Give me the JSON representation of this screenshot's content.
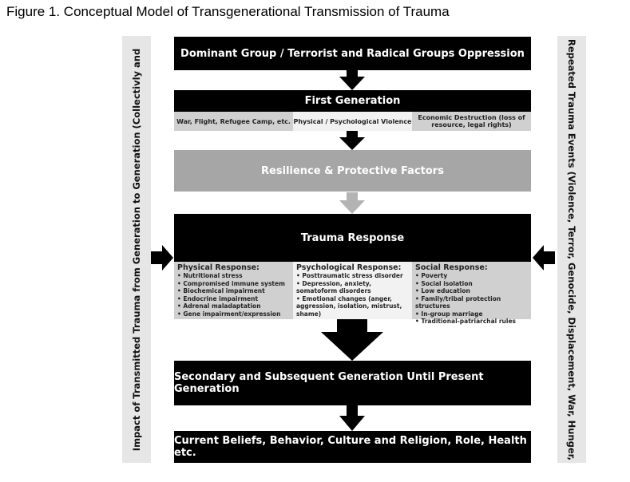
{
  "title": "Figure 1. Conceptual Model of Transgenerational Transmission of Trauma",
  "left_side": "Impact of Transmitted Trauma from Generation to Generation (Collectivly and",
  "right_side": "Repeated Trauma Events (Violence, Terror, Genocide, Displacement, War, Hunger,",
  "box1": "Dominant Group / Terrorist and Radical Groups Oppression",
  "first_gen": {
    "title": "First Generation",
    "cells": [
      "War, Flight, Refugee Camp, etc.",
      "Physical / Psychological Violence",
      "Economic Destruction (loss of resource, legal rights)"
    ]
  },
  "resilience": "Resilience & Protective Factors",
  "trauma": {
    "title": "Trauma Response",
    "columns": [
      {
        "heading": "Physical Response:",
        "items": [
          "• Nutritional stress",
          "• Compromised immune system",
          "• Biochemical impairment",
          "• Endocrine impairment",
          "• Adrenal maladaptation",
          "• Gene impairment/expression"
        ]
      },
      {
        "heading": "Psychological Response:",
        "items": [
          "• Posttraumatic stress disorder",
          "• Depression, anxiety, somatoform disorders",
          "• Emotional changes (anger, aggression, isolation, mistrust, shame)"
        ]
      },
      {
        "heading": "Social Response:",
        "items": [
          "• Poverty",
          "• Social isolation",
          "• Low education",
          "• Family/tribal protection structures",
          "• In-group marriage",
          "• Traditional-patriarchal rules"
        ]
      }
    ]
  },
  "secondary": "Secondary and Subsequent Generation Until Present Generation",
  "current": "Current Beliefs, Behavior, Culture and Religion, Role, Health etc.",
  "colors": {
    "box": "#000000",
    "resilience": "#a6a6a6",
    "resilience_arrow": "#b3b3b3",
    "side": "#e6e6e6",
    "cell": "#d0d0d0"
  }
}
